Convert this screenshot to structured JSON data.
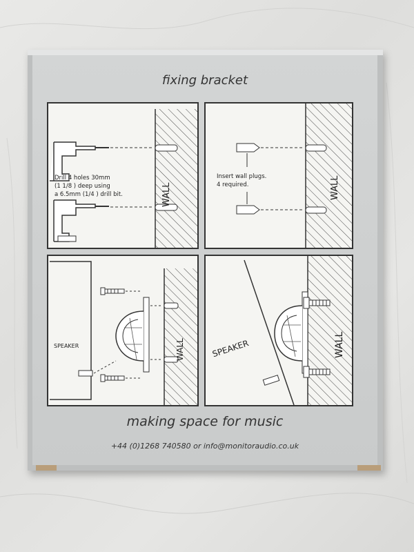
{
  "box": {
    "title": "fixing bracket",
    "slogan": "making space for music",
    "contact": "+44 (0)1268 740580 or info@monitoraudio.co.uk"
  },
  "panels": [
    {
      "step": "drill",
      "instruction_lines": [
        "Drill 4 holes 30mm",
        "(1 1/8  ) deep using",
        "a 6.5mm (1/4  ) drill bit."
      ],
      "wall_label": "WALL"
    },
    {
      "step": "wall-plugs",
      "instruction_lines": [
        "Insert wall plugs.",
        "4 required."
      ],
      "wall_label": "WALL"
    },
    {
      "step": "assemble",
      "speaker_label": "SPEAKER",
      "wall_label": "WALL"
    },
    {
      "step": "mounted",
      "speaker_label": "SPEAKER",
      "wall_label": "WALL"
    }
  ],
  "colors": {
    "box": "#c9cbcb",
    "panel": "#f5f5f2",
    "ink": "#333333",
    "surface": "#e3e3e1"
  }
}
